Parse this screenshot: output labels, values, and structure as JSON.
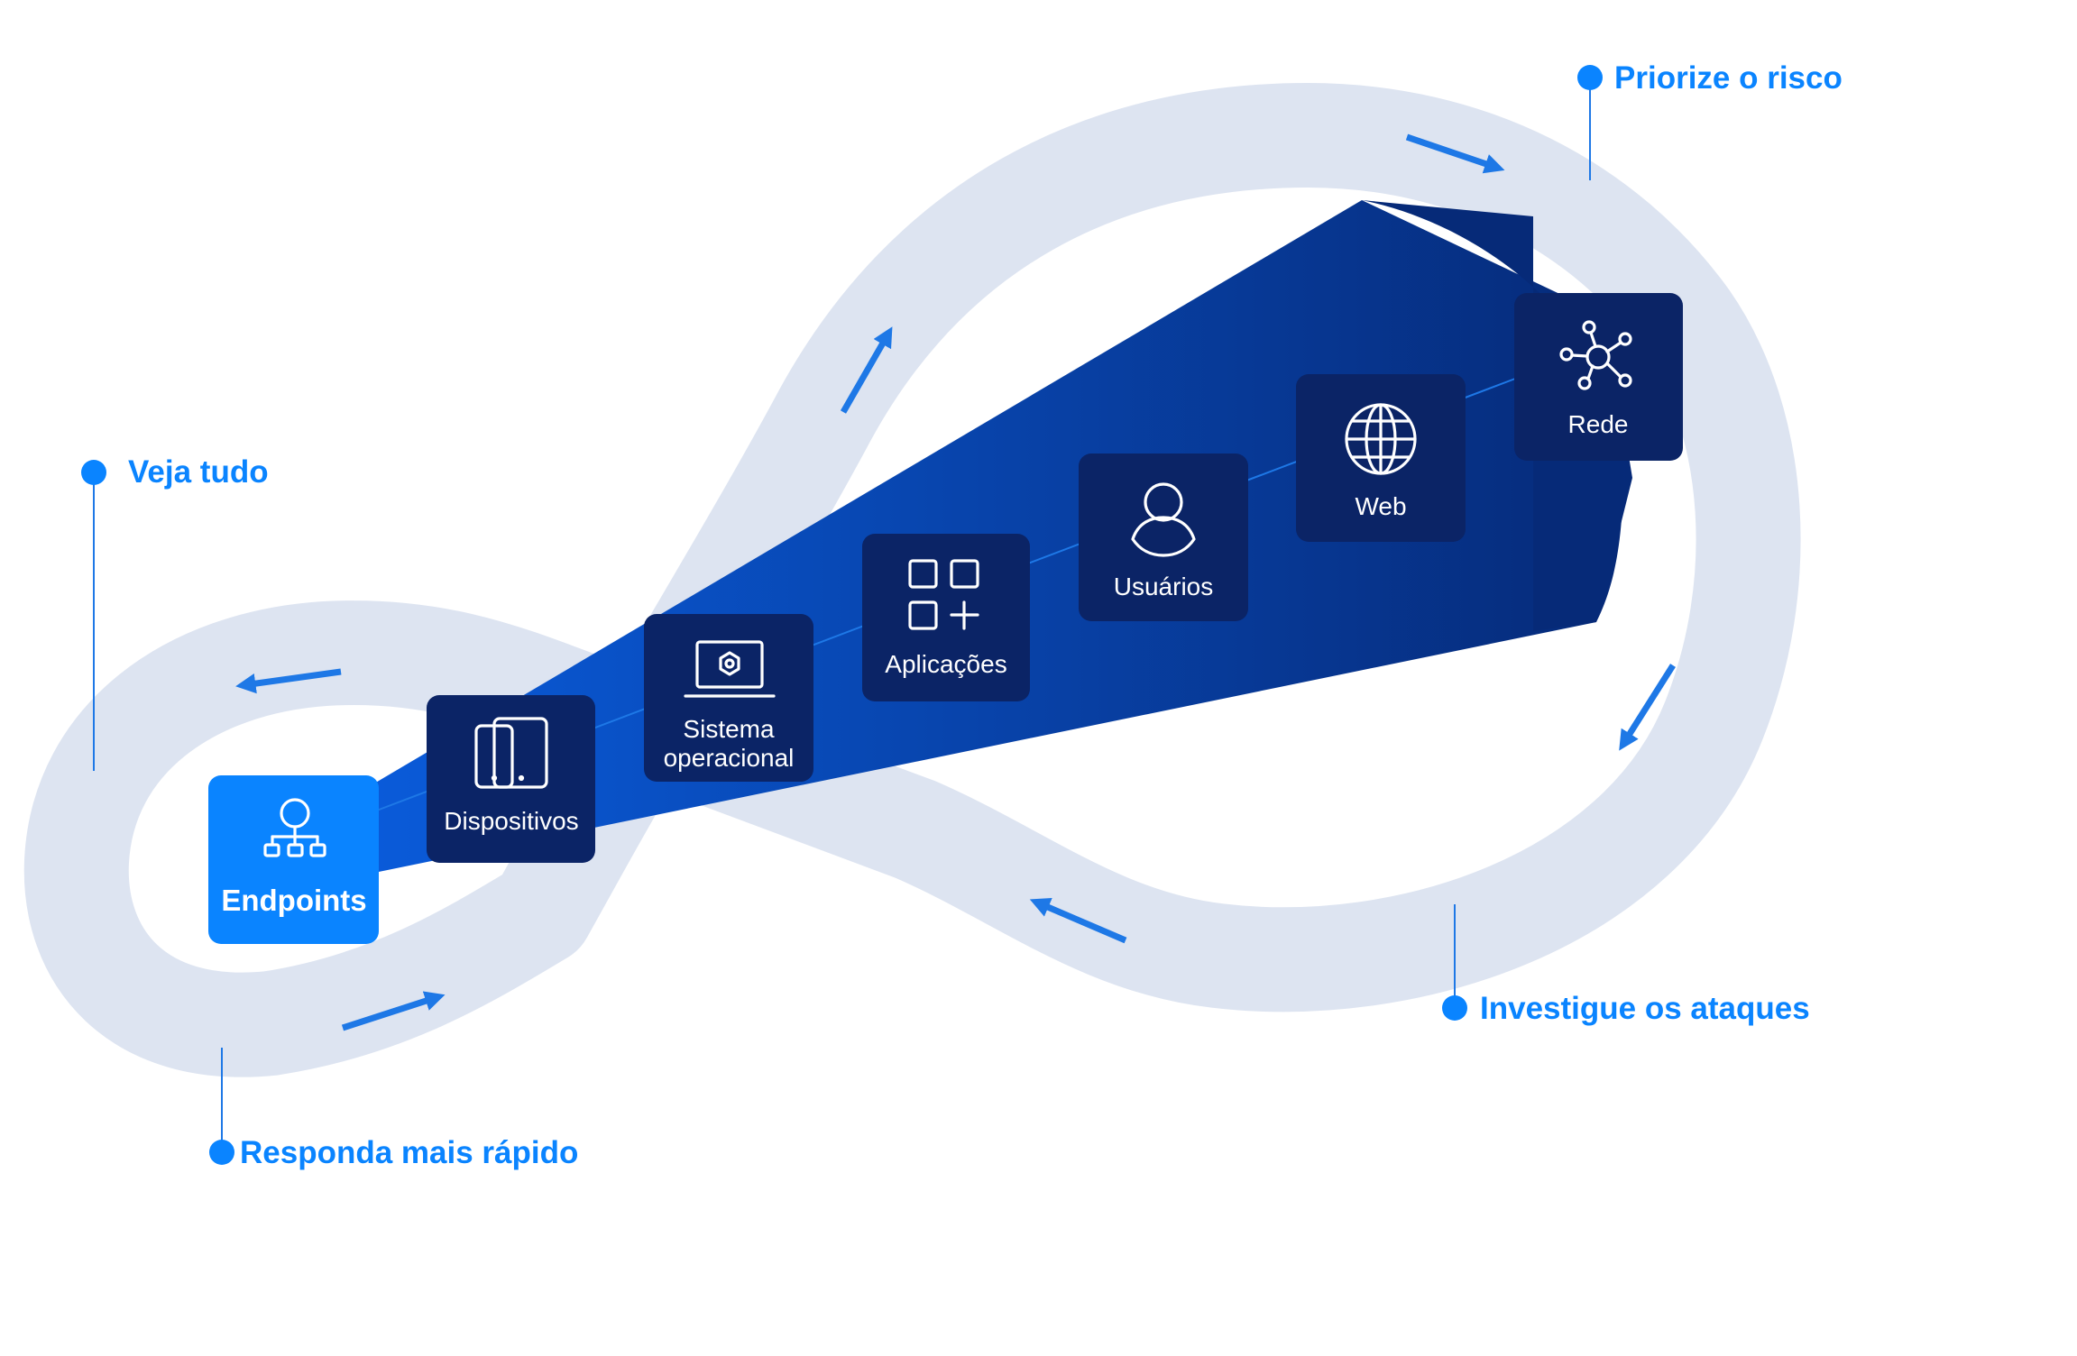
{
  "colors": {
    "loop": "#dde4f1",
    "callout": "#0a84ff",
    "node_dark": "#0b2466",
    "node_highlight": "#0a84ff",
    "beam_light": "#0a5ee0",
    "beam_dark": "#062a78",
    "arrow": "#1e78e6",
    "arrow_dark": "#0a3a9c"
  },
  "nodes": [
    {
      "label": "Endpoints",
      "icon": "hierarchy-icon",
      "highlighted": true
    },
    {
      "label": "Dispositivos",
      "icon": "devices-icon",
      "highlighted": false
    },
    {
      "label_lines": [
        "Sistema",
        "operacional"
      ],
      "icon": "laptop-shield-icon",
      "highlighted": false
    },
    {
      "label": "Aplicações",
      "icon": "apps-grid-icon",
      "highlighted": false
    },
    {
      "label": "Usuários",
      "icon": "user-icon",
      "highlighted": false
    },
    {
      "label": "Web",
      "icon": "globe-icon",
      "highlighted": false
    },
    {
      "label": "Rede",
      "icon": "network-icon",
      "highlighted": false
    }
  ],
  "callouts": [
    {
      "label": "Priorize o risco"
    },
    {
      "label": "Veja tudo"
    },
    {
      "label": "Investigue os ataques"
    },
    {
      "label": "Responda mais rápido"
    }
  ]
}
